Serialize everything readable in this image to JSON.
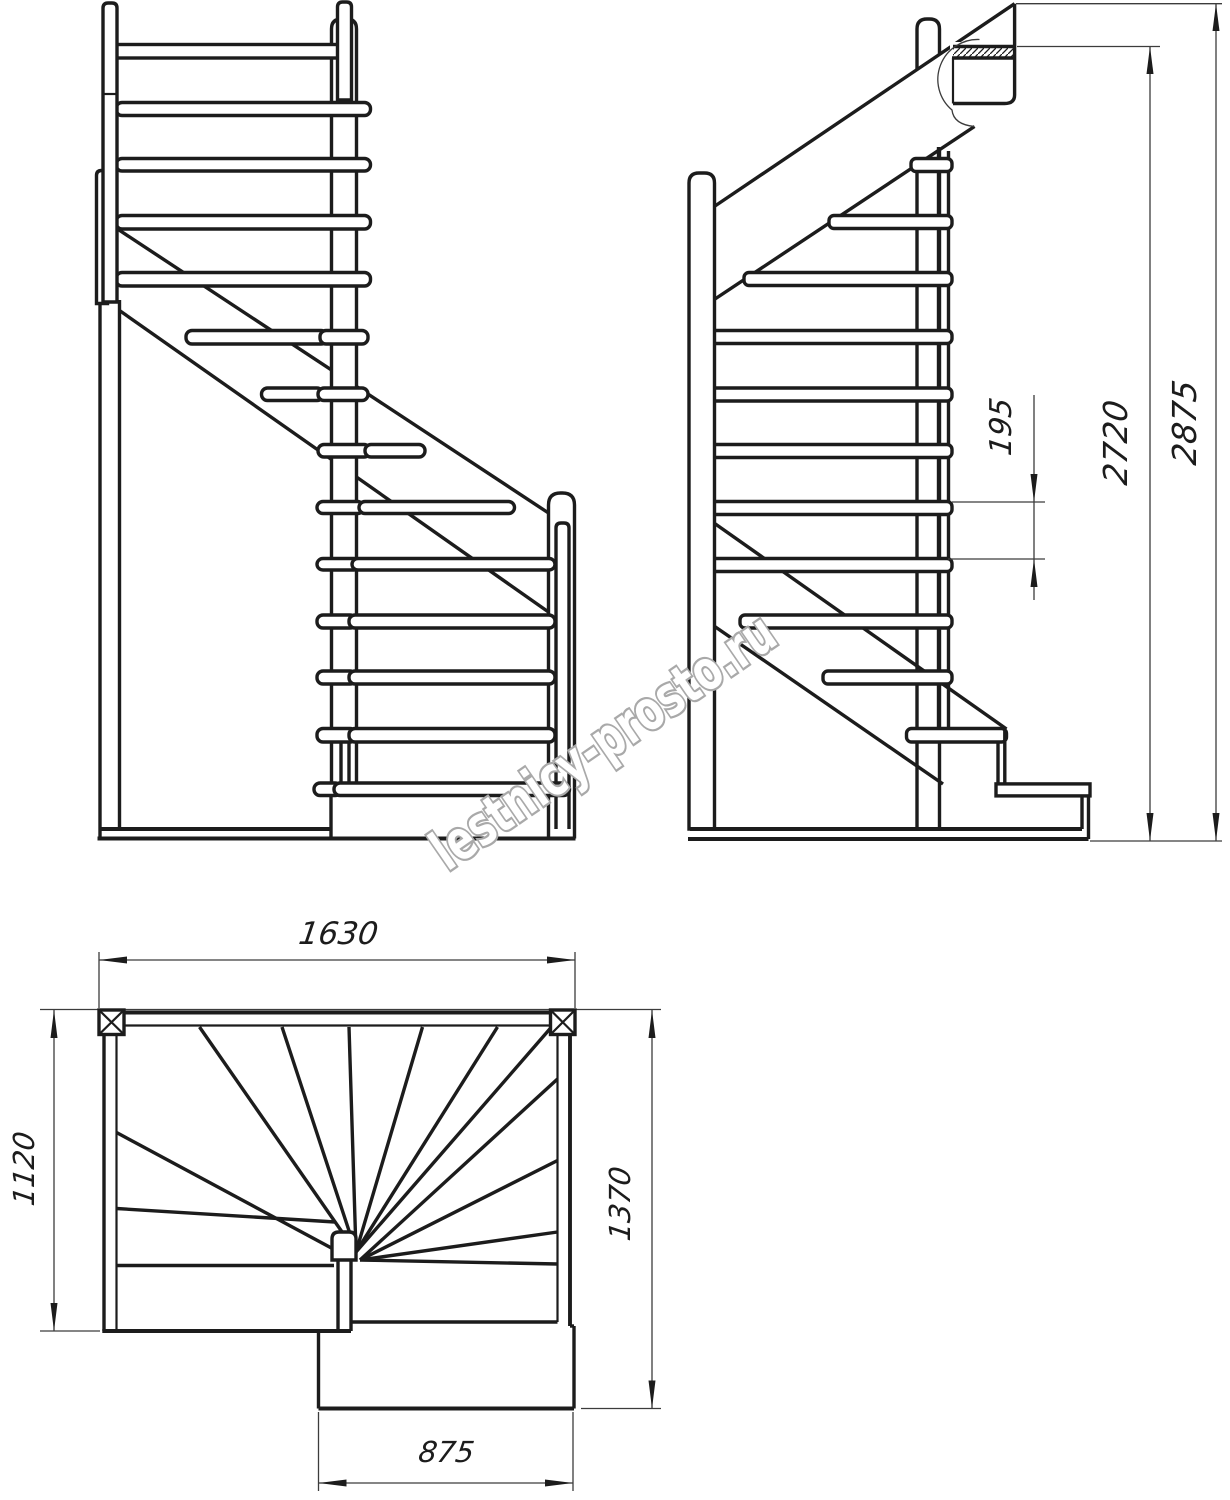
{
  "drawing": {
    "background_color": "#ffffff",
    "line_color": "#1c1c1c",
    "watermark": {
      "text": "lestnicy-prosto.ru",
      "outline_color": "#a9a9a9"
    },
    "side_view_dimensions": {
      "riser_height": "195",
      "height_to_landing": "2720",
      "total_height": "2875"
    },
    "plan_dimensions": {
      "top_width": "1630",
      "left_depth": "1120",
      "right_depth": "1370",
      "lower_flight_width": "875"
    }
  }
}
